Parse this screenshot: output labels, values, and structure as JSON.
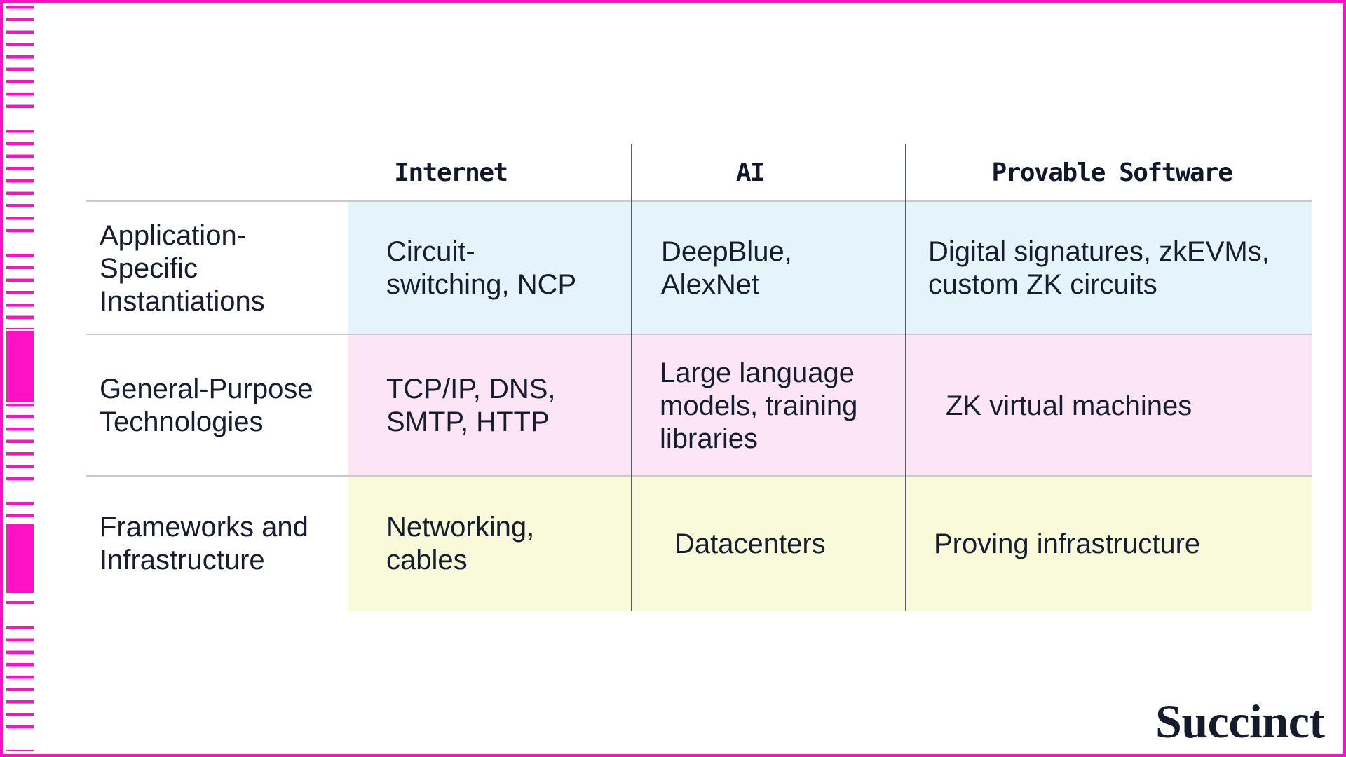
{
  "brand": {
    "logo_text": "Succinct",
    "accent_color": "#fe11c5",
    "text_color": "#161d2e"
  },
  "table": {
    "headers": [
      "Internet",
      "AI",
      "Provable Software"
    ],
    "rows": [
      {
        "label": "Application-\nSpecific\nInstantiations",
        "bg": "#e5f3fb",
        "cells": [
          "Circuit-\nswitching, NCP",
          "DeepBlue,\nAlexNet",
          "Digital signatures, zkEVMs,\ncustom ZK circuits"
        ]
      },
      {
        "label": "General-Purpose\nTechnologies",
        "bg": "#fce6f5",
        "cells": [
          "TCP/IP, DNS,\nSMTP, HTTP",
          "Large language\nmodels, training\nlibraries",
          "ZK virtual machines"
        ]
      },
      {
        "label": "Frameworks and\nInfrastructure",
        "bg": "#f8fada",
        "cells": [
          "Networking,\ncables",
          "Datacenters",
          "Proving infrastructure"
        ]
      }
    ]
  }
}
